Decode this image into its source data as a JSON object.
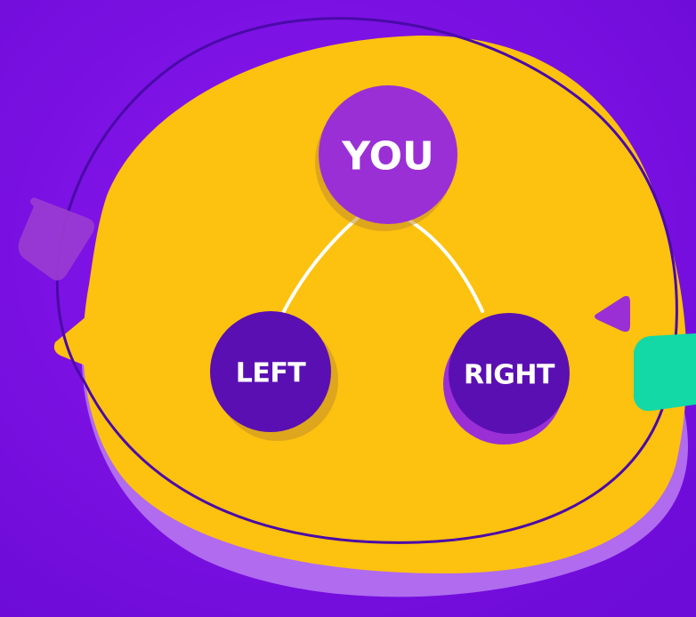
{
  "diagram": {
    "nodes": {
      "root": {
        "label": "YOU"
      },
      "left": {
        "label": "LEFT"
      },
      "right": {
        "label": "RIGHT"
      }
    },
    "edges": [
      {
        "from": "root",
        "to": "left"
      },
      {
        "from": "root",
        "to": "right"
      }
    ]
  },
  "colors": {
    "background": "#7a10e6",
    "blob_yellow": "#fdc10f",
    "blob_shadow": "#b06bef",
    "ring": "#4a0aa8",
    "root_node": "#9a2fd6",
    "child_node": "#5a0fb3",
    "connector": "#ffffff",
    "accent_teal": "#12d9a6"
  },
  "icons": [
    "purple-triangle-icon",
    "small-purple-triangle-icon",
    "teal-triangle-icon"
  ]
}
